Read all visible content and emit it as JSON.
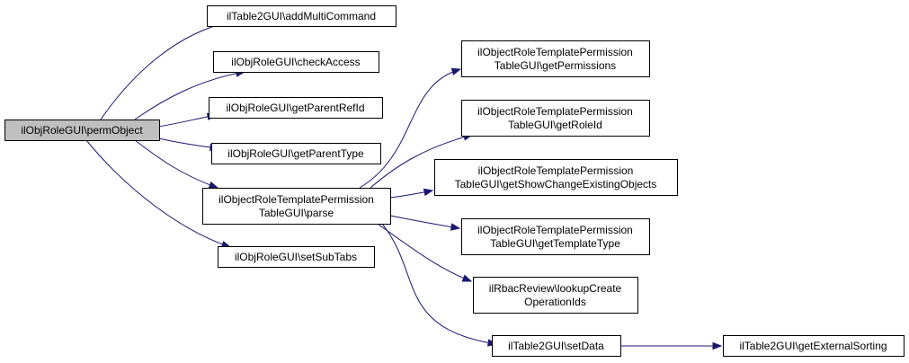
{
  "nodes": [
    {
      "id": "n0",
      "name": "node-permobject",
      "lines": [
        "ilObjRoleGUI\\permObject"
      ],
      "fill": "#bfbfbf"
    },
    {
      "id": "n1",
      "name": "node-addmulticommand",
      "lines": [
        "ilTable2GUI\\addMultiCommand"
      ],
      "fill": "#ffffff"
    },
    {
      "id": "n2",
      "name": "node-checkaccess",
      "lines": [
        "ilObjRoleGUI\\checkAccess"
      ],
      "fill": "#ffffff"
    },
    {
      "id": "n3",
      "name": "node-getparentrefid",
      "lines": [
        "ilObjRoleGUI\\getParentRefId"
      ],
      "fill": "#ffffff"
    },
    {
      "id": "n4",
      "name": "node-getparenttype",
      "lines": [
        "ilObjRoleGUI\\getParentType"
      ],
      "fill": "#ffffff"
    },
    {
      "id": "n5",
      "name": "node-parse",
      "lines": [
        "ilObjectRoleTemplatePermission",
        "TableGUI\\parse"
      ],
      "fill": "#ffffff"
    },
    {
      "id": "n6",
      "name": "node-setsubtabs",
      "lines": [
        "ilObjRoleGUI\\setSubTabs"
      ],
      "fill": "#ffffff"
    },
    {
      "id": "n7",
      "name": "node-getpermissions",
      "lines": [
        "ilObjectRoleTemplatePermission",
        "TableGUI\\getPermissions"
      ],
      "fill": "#ffffff"
    },
    {
      "id": "n8",
      "name": "node-getroleid",
      "lines": [
        "ilObjectRoleTemplatePermission",
        "TableGUI\\getRoleId"
      ],
      "fill": "#ffffff"
    },
    {
      "id": "n9",
      "name": "node-getshowchangeexistingobjects",
      "lines": [
        "ilObjectRoleTemplatePermission",
        "TableGUI\\getShowChangeExistingObjects"
      ],
      "fill": "#ffffff"
    },
    {
      "id": "n10",
      "name": "node-gettemplatetype",
      "lines": [
        "ilObjectRoleTemplatePermission",
        "TableGUI\\getTemplateType"
      ],
      "fill": "#ffffff"
    },
    {
      "id": "n11",
      "name": "node-lookupcreateoperationids",
      "lines": [
        "ilRbacReview\\lookupCreate",
        "OperationIds"
      ],
      "fill": "#ffffff"
    },
    {
      "id": "n12",
      "name": "node-setdata",
      "lines": [
        "ilTable2GUI\\setData"
      ],
      "fill": "#ffffff"
    },
    {
      "id": "n13",
      "name": "node-getexternalsorting",
      "lines": [
        "ilTable2GUI\\getExternalSorting"
      ],
      "fill": "#ffffff"
    }
  ],
  "edges": [
    {
      "from": "n0",
      "to": "n1"
    },
    {
      "from": "n0",
      "to": "n2"
    },
    {
      "from": "n0",
      "to": "n3"
    },
    {
      "from": "n0",
      "to": "n4"
    },
    {
      "from": "n0",
      "to": "n5"
    },
    {
      "from": "n0",
      "to": "n6"
    },
    {
      "from": "n5",
      "to": "n7"
    },
    {
      "from": "n5",
      "to": "n8"
    },
    {
      "from": "n5",
      "to": "n9"
    },
    {
      "from": "n5",
      "to": "n10"
    },
    {
      "from": "n5",
      "to": "n11"
    },
    {
      "from": "n5",
      "to": "n12"
    },
    {
      "from": "n12",
      "to": "n13"
    }
  ],
  "colors": {
    "edge": "#191970",
    "root_fill": "#bfbfbf",
    "node_fill": "#ffffff",
    "border": "#000000"
  }
}
